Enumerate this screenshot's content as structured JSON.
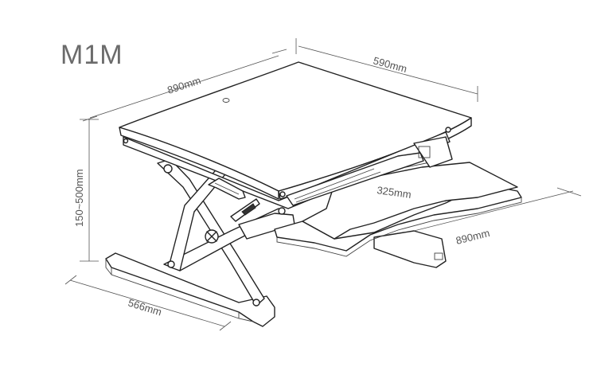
{
  "model": "M1M",
  "dimensions": {
    "desk_width": "890mm",
    "desk_depth": "590mm",
    "height_range": "150~500mm",
    "keyboard_depth": "325mm",
    "keyboard_width": "890mm",
    "base_depth": "566mm"
  }
}
